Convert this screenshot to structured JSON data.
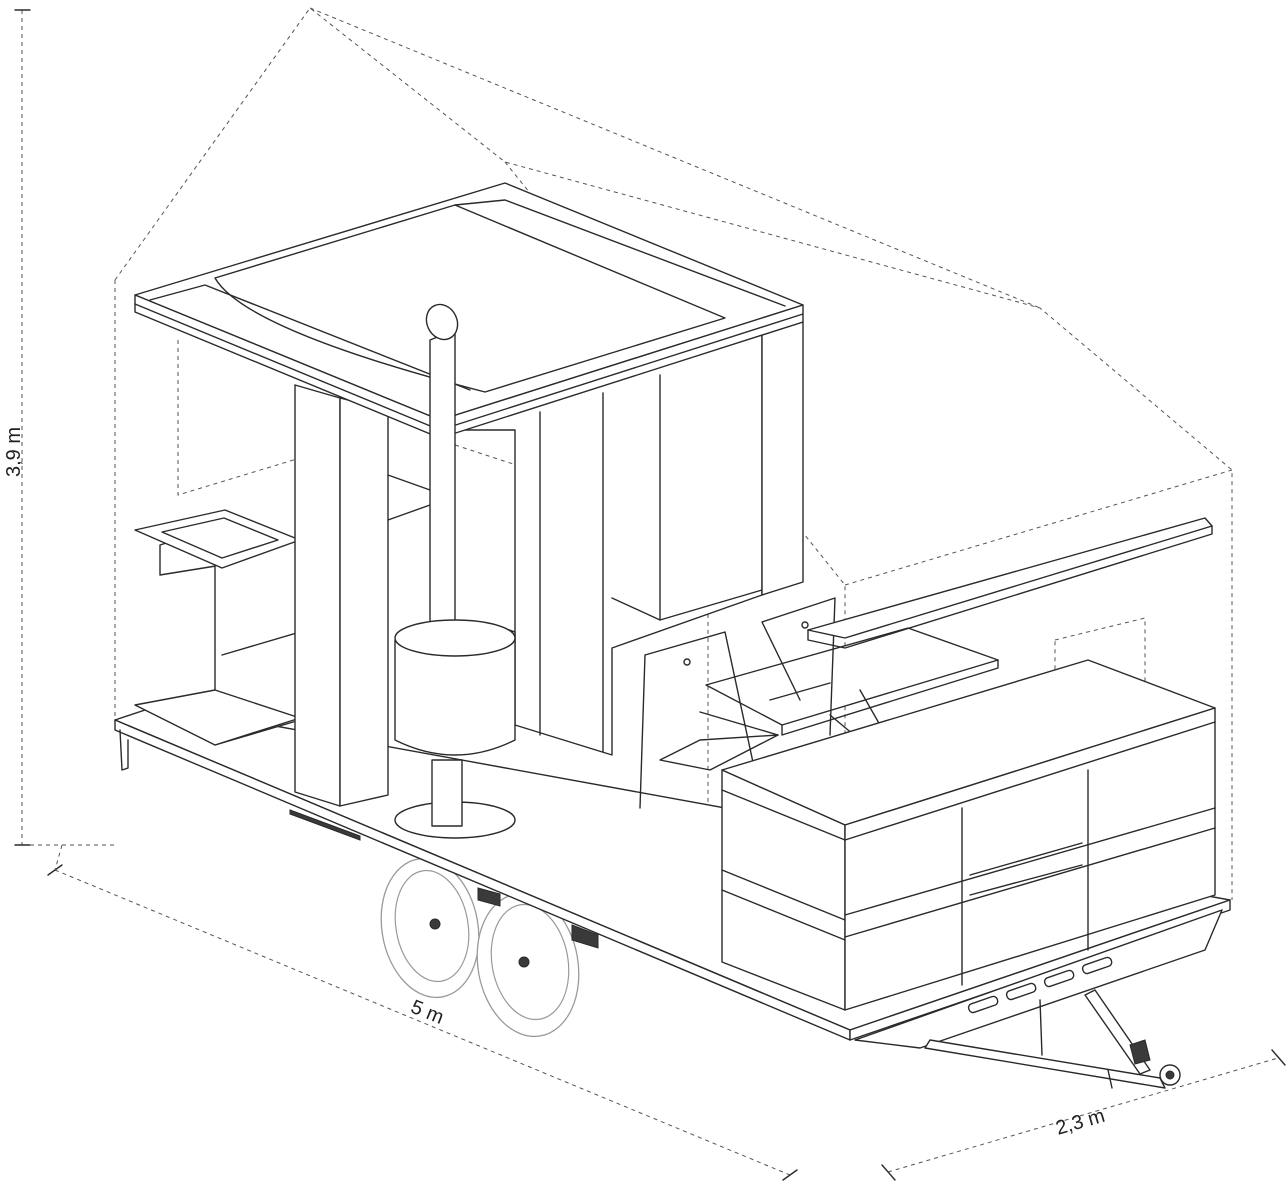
{
  "dimensions": {
    "height": "3,9 m",
    "length": "5 m",
    "width": "2,3 m"
  },
  "colors": {
    "line": "#2a2a2a",
    "wheel_grey": "#9a9a9a",
    "background": "#ffffff"
  }
}
